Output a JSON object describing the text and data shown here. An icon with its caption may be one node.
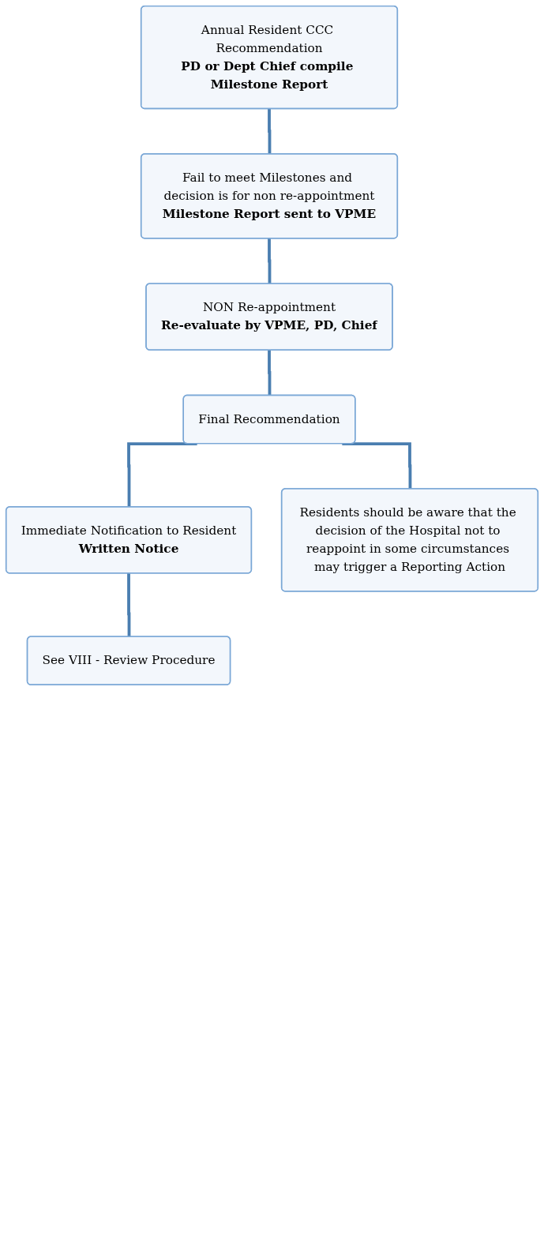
{
  "diagram": {
    "nodes": [
      {
        "text": [
          "Annual Resident CCC Recommendation",
          "PD or Dept Chief compile Milestone Report"
        ]
      },
      {
        "text": [
          "Fail to meet Milestones and decision is for non re-appointment",
          "Milestone Report sent to VPME"
        ]
      },
      {
        "text": [
          "NON Re-appointment",
          "Re-evaluate by VPME, PD, Chief"
        ]
      },
      {
        "text": [
          "Final Recommendation"
        ]
      },
      {
        "text": [
          "Immediate Notification to Resident",
          "Written Notice"
        ]
      },
      {
        "text": [
          "Residents should be aware that the decision of the Hospital not to reappoint in some circumstances may trigger a Reporting Action"
        ]
      },
      {
        "text": [
          "See VIII - Review Procedure"
        ]
      }
    ],
    "edges": [
      {
        "from": 0,
        "to": 1,
        "arrow": "none"
      },
      {
        "from": 1,
        "to": 2,
        "arrow": "none"
      },
      {
        "from": 2,
        "to": 3,
        "arrow": "none"
      },
      {
        "from": 3,
        "to": 4,
        "arrow": "none"
      },
      {
        "from": 3,
        "to": 5,
        "arrow": "none"
      },
      {
        "from": 4,
        "to": 6,
        "arrow": "none"
      }
    ]
  }
}
